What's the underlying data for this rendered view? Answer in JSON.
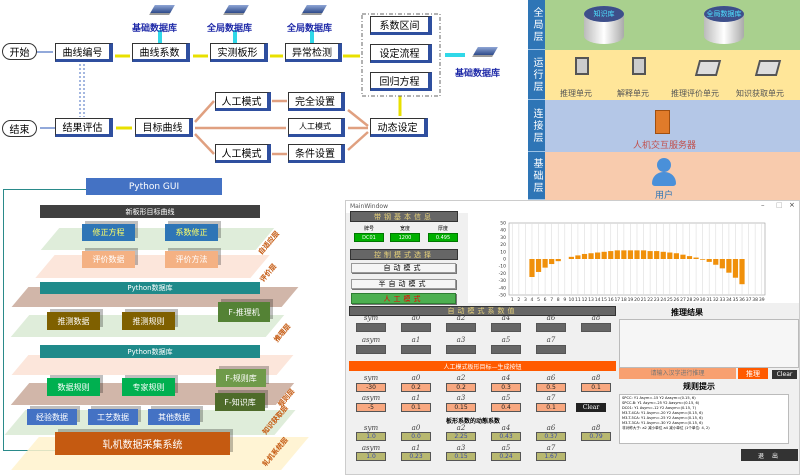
{
  "flowchart": {
    "start": "开始",
    "end": "结束",
    "top_row": [
      "曲线编号",
      "曲线系数",
      "实测板形",
      "异常检测"
    ],
    "databases": [
      "基础数据库",
      "全局数据库",
      "全局数据库"
    ],
    "side_database": "基础数据库",
    "group": [
      "系数区间",
      "设定流程",
      "回归方程"
    ],
    "dynamic": "动态设定",
    "target": "目标曲线",
    "evaluate": "结果评估",
    "branches": [
      {
        "mode": "人工模式",
        "setting": "完全设置"
      },
      {
        "mode": "",
        "setting": "人工模式"
      },
      {
        "mode": "人工模式",
        "setting": "条件设置"
      }
    ]
  },
  "layers": {
    "rows": [
      {
        "label": "全局层",
        "color": "#a9d08e"
      },
      {
        "label": "运行层",
        "color": "#ffe699"
      },
      {
        "label": "连接层",
        "color": "#b4c7e7"
      },
      {
        "label": "基础层",
        "color": "#f8cbad"
      }
    ],
    "global_items": [
      "知识库",
      "全局数据库"
    ],
    "units": [
      "推理单元",
      "解释单元",
      "推理评价单元",
      "知识获取单元"
    ],
    "server": "人机交互服务器",
    "user": "用户"
  },
  "architecture": {
    "gui": "Python GUI",
    "target_curve": "新板形目标曲线",
    "correction": [
      "修正方程",
      "系数修正"
    ],
    "evaluation": [
      "评价数据",
      "评价方法"
    ],
    "db1": "Python数据库",
    "inference": [
      "推测数据",
      "推测规则",
      "F-推理机"
    ],
    "db2": "Python数据库",
    "rules": [
      "数据规则",
      "专家规则",
      "F-规则库",
      "F-知识库"
    ],
    "data": [
      "经验数据",
      "工艺数据",
      "其他数据"
    ],
    "system": "轧机数据采集系统",
    "layer_labels": [
      "自适应层",
      "评价层",
      "推理层",
      "规则层",
      "知识获取层",
      "轧机系统层"
    ]
  },
  "window": {
    "title": "MainWindow",
    "strip_info": "带钢基本信息",
    "fields": [
      {
        "label": "牌号",
        "value": "DC01"
      },
      {
        "label": "宽度",
        "value": "1200"
      },
      {
        "label": "厚度",
        "value": "0.495"
      }
    ],
    "mode_select": "控制模式选择",
    "modes": [
      "自动模式",
      "半自动模式",
      "人工模式"
    ],
    "auto_coef": "自动模式系数值",
    "row_labels_1": [
      "sym",
      "a0",
      "a2",
      "a4",
      "a6",
      "a8"
    ],
    "row_labels_2": [
      "asym",
      "a1",
      "a3",
      "a5",
      "a7"
    ],
    "manual_bar": "人工模式板形目标—生成按钮",
    "manual_1": [
      "-30",
      "0.2",
      "0.2",
      "0.3",
      "0.5",
      "0.1"
    ],
    "manual_2": [
      "-5",
      "0.1",
      "0.15",
      "0.4",
      "0.1"
    ],
    "clear": "Clear",
    "dyn_title": "板形系数的动態系数",
    "dyn_1": [
      "1.0",
      "0.0",
      "2.25",
      "0.43",
      "0.37",
      "0.79"
    ],
    "dyn_2": [
      "1.0",
      "0.23",
      "0.15",
      "0.24",
      "1.67"
    ],
    "result_title": "推理结果",
    "input_placeholder": "请输入汉字进行推理",
    "infer": "推理",
    "clear2": "Clear",
    "hint_title": "规则提示",
    "hints": [
      "SPCC: Y1 Asym=-15 Y2 Aasym=(0.15, 6)",
      "SPCC-B: Y1 Asym=-25 Y2 Aasym=(0.15, 6)",
      "DC01: Y1 Asym=-12 Y2 Aasym=(0.15, 7)",
      "M3-T-4CA: Y1 Asym=-20 Y2 Aasym=(0.15, 6)",
      "M3-T-5CA: Y1 Asym=-25 Y2 Aasym=(0.15, 6)",
      "M3-T-3CA: Y1 Asym=-30 Y2 Aasym=(0.15, 6)",
      "非对称大于: a2 减小单位  a4 减小单位 (1个单位: 4, 2)"
    ],
    "exit": "退 出"
  },
  "chart_data": {
    "type": "bar",
    "color": "#f0900a",
    "x": [
      1,
      2,
      3,
      4,
      5,
      6,
      7,
      8,
      9,
      10,
      11,
      12,
      13,
      14,
      15,
      16,
      17,
      18,
      19,
      20,
      21,
      22,
      23,
      24,
      25,
      26,
      27,
      28,
      29,
      30,
      31,
      32,
      33,
      34,
      35,
      36,
      37,
      38,
      39
    ],
    "values": [
      0,
      0,
      0,
      -25,
      -18,
      -12,
      -7,
      -3,
      0,
      3,
      5,
      7,
      8,
      9,
      10,
      11,
      12,
      12,
      12,
      12,
      12,
      11,
      11,
      10,
      9,
      8,
      6,
      4,
      2,
      -1,
      -4,
      -8,
      -13,
      -19,
      -26,
      -35,
      0,
      0,
      0
    ],
    "ylim": [
      -50,
      50
    ],
    "yticks": [
      -50,
      -40,
      -30,
      -20,
      -10,
      0,
      10,
      20,
      30,
      40,
      50
    ],
    "grid": "vertical"
  }
}
